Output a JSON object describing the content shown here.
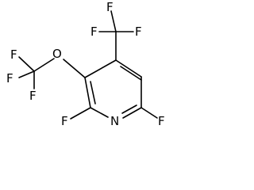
{
  "molecule": {
    "atoms": {
      "cf3_top_f1": "F",
      "cf3_top_f2": "F",
      "cf3_top_f3": "F",
      "ether_oxygen": "O",
      "ocf3_f1": "F",
      "ocf3_f2": "F",
      "ocf3_f3": "F",
      "ring_nitrogen": "N",
      "ring_f_left": "F",
      "ring_f_right": "F"
    }
  }
}
